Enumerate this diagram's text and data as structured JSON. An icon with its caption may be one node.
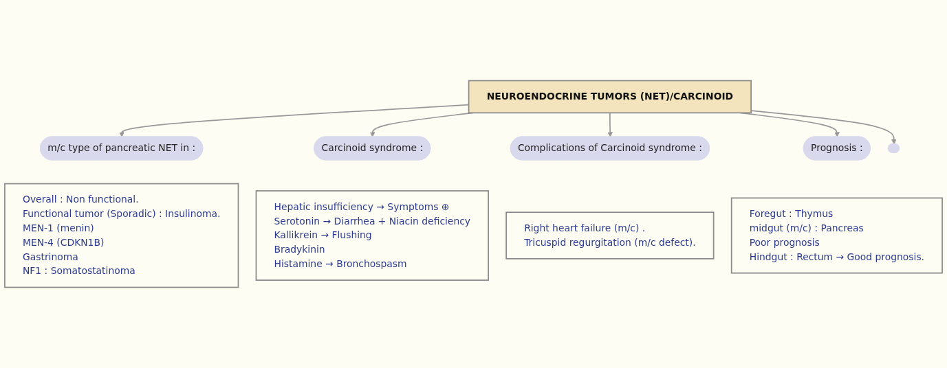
{
  "diagram": {
    "nodes": [
      {
        "text": [
          "NEUROENDOCRINE TUMORS (NET)/CARCINOID"
        ]
      },
      {
        "text": [
          "m/c type of pancreatic NET in :"
        ]
      },
      {
        "text": [
          "Overall : Non functional.",
          "Functional tumor (Sporadic) : Insulinoma.",
          "MEN-1 (menin)",
          "MEN-4 (CDKN1B)",
          "Gastrinoma",
          "NF1 : Somatostatinoma"
        ]
      },
      {
        "text": [
          "Carcinoid syndrome :"
        ]
      },
      {
        "text": [
          "Hepatic insufficiency → Symptoms ⊕",
          "Serotonin → Diarrhea + Niacin deficiency",
          "Kallikrein → Flushing",
          "Bradykinin",
          "Histamine → Bronchospasm"
        ]
      },
      {
        "text": [
          "Complications of Carcinoid syndrome :"
        ]
      },
      {
        "text": [
          "Right heart failure (m/c) .",
          "Tricuspid regurgitation (m/c defect)."
        ]
      },
      {
        "text": [
          "Prognosis :"
        ]
      },
      {
        "text": [
          "Foregut : Thymus",
          "midgut (m/c) : Pancreas",
          "Poor prognosis",
          "Hindgut : Rectum → Good prognosis."
        ]
      },
      {
        "text": [],
        "shape": "box"
      }
    ],
    "edges": [
      {
        "from": 0,
        "to": 1,
        "arrow": "to"
      },
      {
        "from": 0,
        "to": 3,
        "arrow": "to"
      },
      {
        "from": 0,
        "to": 5,
        "arrow": "to"
      },
      {
        "from": 0,
        "to": 7,
        "arrow": "to"
      },
      {
        "from": 0,
        "to": 9,
        "arrow": "to"
      }
    ]
  }
}
